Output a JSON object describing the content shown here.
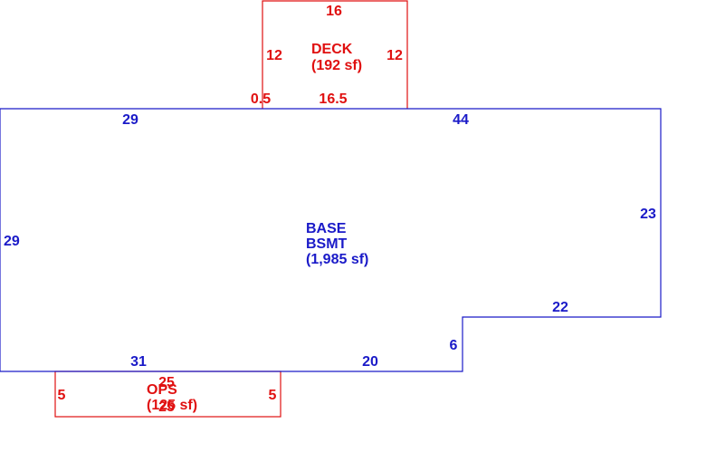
{
  "colors": {
    "base": "#1a1ac8",
    "addition": "#e01010",
    "background": "#ffffff"
  },
  "deck": {
    "name": "DECK",
    "area": "(192 sf)",
    "dims": {
      "top": "16",
      "left": "12",
      "right": "12",
      "offset": "0.5",
      "bottom": "16.5"
    }
  },
  "base": {
    "name": "BASE",
    "level": "BSMT",
    "area": "(1,985 sf)",
    "dims": {
      "top_left": "29",
      "top_right": "44",
      "left": "29",
      "right": "23",
      "step_top": "22",
      "step_side": "6",
      "bottom_left": "31",
      "bottom_right": "20"
    }
  },
  "ops": {
    "name": "OPS",
    "area": "(125 sf)",
    "dims": {
      "top": "25",
      "bottom": "25",
      "left": "5",
      "right": "5"
    }
  }
}
